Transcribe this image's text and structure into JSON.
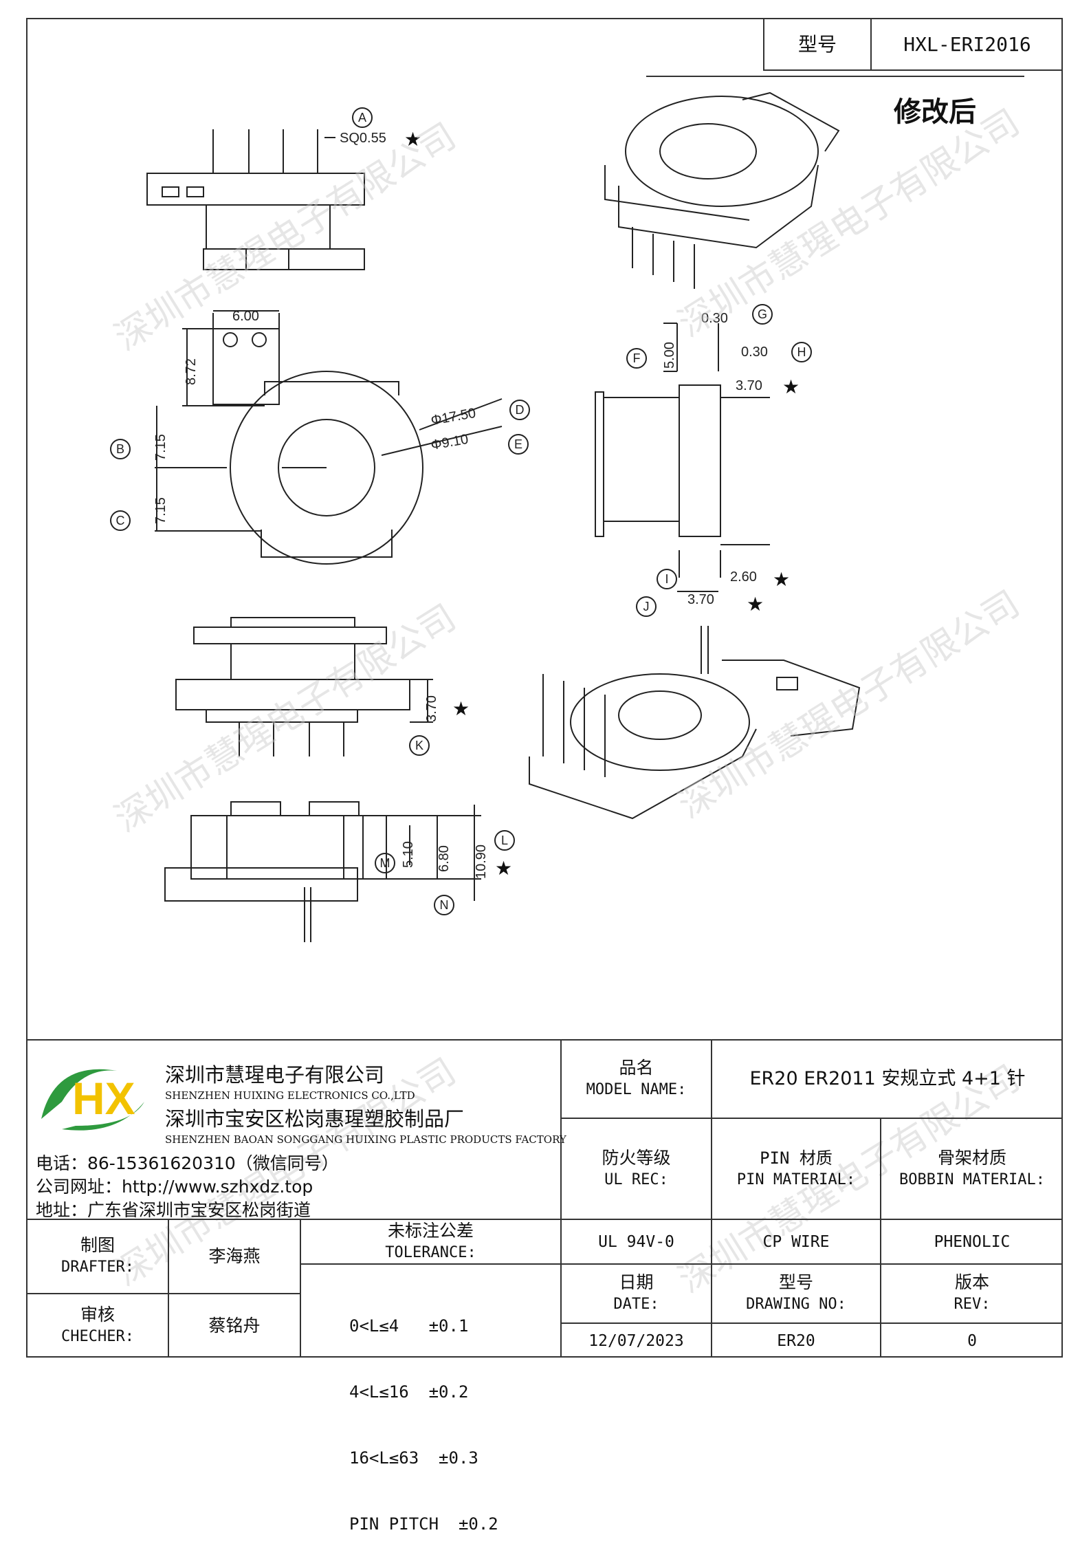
{
  "header": {
    "model_label": "型号",
    "model_value": "HXL-ERI2016",
    "revised_label": "修改后"
  },
  "drawing": {
    "callouts": [
      "A",
      "B",
      "C",
      "D",
      "E",
      "F",
      "G",
      "H",
      "I",
      "J",
      "K",
      "L",
      "M",
      "N"
    ],
    "dims": {
      "sq": "SQ0.55",
      "d600": "6.00",
      "d872": "8.72",
      "d715a": "7.15",
      "d715b": "7.15",
      "d1750": "Φ17.50",
      "d910": "Φ9.10",
      "d030a": "0.30",
      "d500": "5.00",
      "d030b": "0.30",
      "d370a": "3.70",
      "d260": "2.60",
      "d370b": "3.70",
      "d370c": "3.70",
      "d510": "5.10",
      "d680": "6.80",
      "d1090": "10.90"
    },
    "star": "★"
  },
  "watermark": "深圳市慧瑆电子有限公司",
  "company": {
    "logo_text": "HX",
    "name_cn": "深圳市慧瑆电子有限公司",
    "name_en": "SHENZHEN HUIXING ELECTRONICS CO.,LTD",
    "factory_cn": "深圳市宝安区松岗惠瑆塑胶制品厂",
    "factory_en": "SHENZHEN BAOAN SONGGANG HUIXING PLASTIC PRODUCTS FACTORY",
    "phone": "电话：86-15361620310（微信同号）",
    "website": "公司网址：http://www.szhxdz.top",
    "address": "地址：广东省深圳市宝安区松岗街道"
  },
  "titleblock": {
    "model_name_cn": "品名",
    "model_name_en": "MODEL NAME:",
    "model_name_value": "ER20 ER2011 安规立式 4+1 针",
    "ul_cn": "防火等级",
    "ul_en": "UL REC:",
    "pin_cn": "PIN 材质",
    "pin_en": "PIN MATERIAL:",
    "bobbin_cn": "骨架材质",
    "bobbin_en": "BOBBIN MATERIAL:",
    "ul_value": "UL 94V-0",
    "pin_value": "CP WIRE",
    "bobbin_value": "PHENOLIC",
    "drafter_cn": "制图",
    "drafter_en": "DRAFTER:",
    "drafter_value": "李海燕",
    "checker_cn": "审核",
    "checker_en": "CHECHER:",
    "checker_value": "蔡铭舟",
    "tolerance_cn": "未标注公差",
    "tolerance_en": "TOLERANCE:",
    "tol1": "0<L≤4   ±0.1",
    "tol2": "4<L≤16  ±0.2",
    "tol3": "16<L≤63  ±0.3",
    "tol4": "PIN PITCH  ±0.2",
    "date_cn": "日期",
    "date_en": "DATE:",
    "date_value": "12/07/2023",
    "drawno_cn": "型号",
    "drawno_en": "DRAWING NO:",
    "drawno_value": "ER20",
    "rev_cn": "版本",
    "rev_en": "REV:",
    "rev_value": "0"
  }
}
